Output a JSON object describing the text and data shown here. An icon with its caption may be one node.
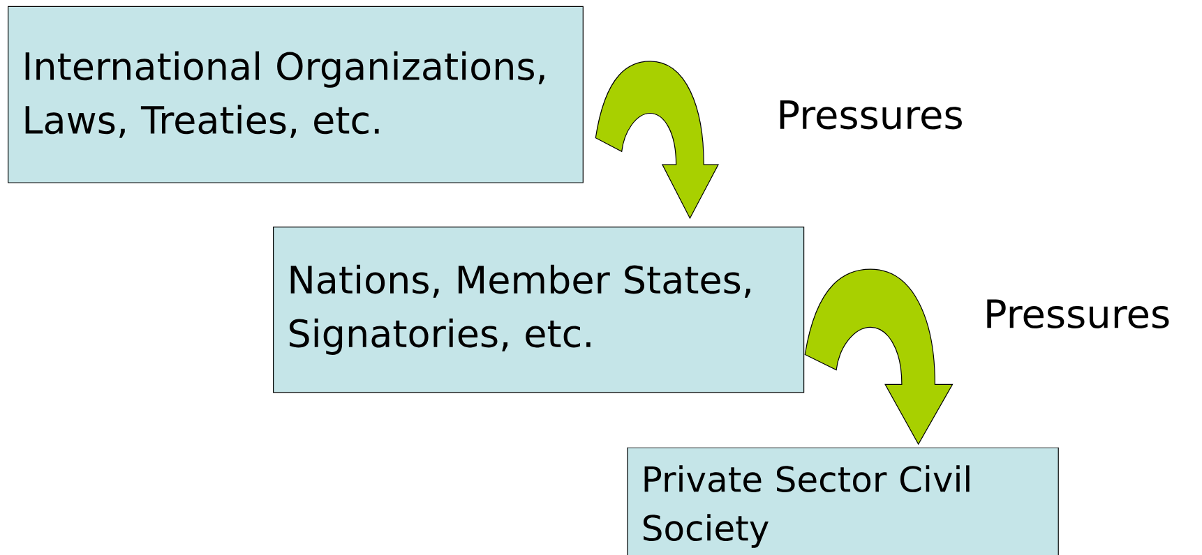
{
  "diagram": {
    "nodes": [
      {
        "text": [
          "International Organizations, Laws, Treaties, etc."
        ]
      },
      {
        "text": [
          "Nations, Member States, Signatories, etc."
        ]
      },
      {
        "text": [
          "Private Sector Civil Society"
        ]
      }
    ],
    "edges": [
      {
        "from": 0,
        "to": 1,
        "arrow": "to",
        "label": "Pressures"
      },
      {
        "from": 1,
        "to": 2,
        "arrow": "to",
        "label": "Pressures"
      }
    ]
  }
}
